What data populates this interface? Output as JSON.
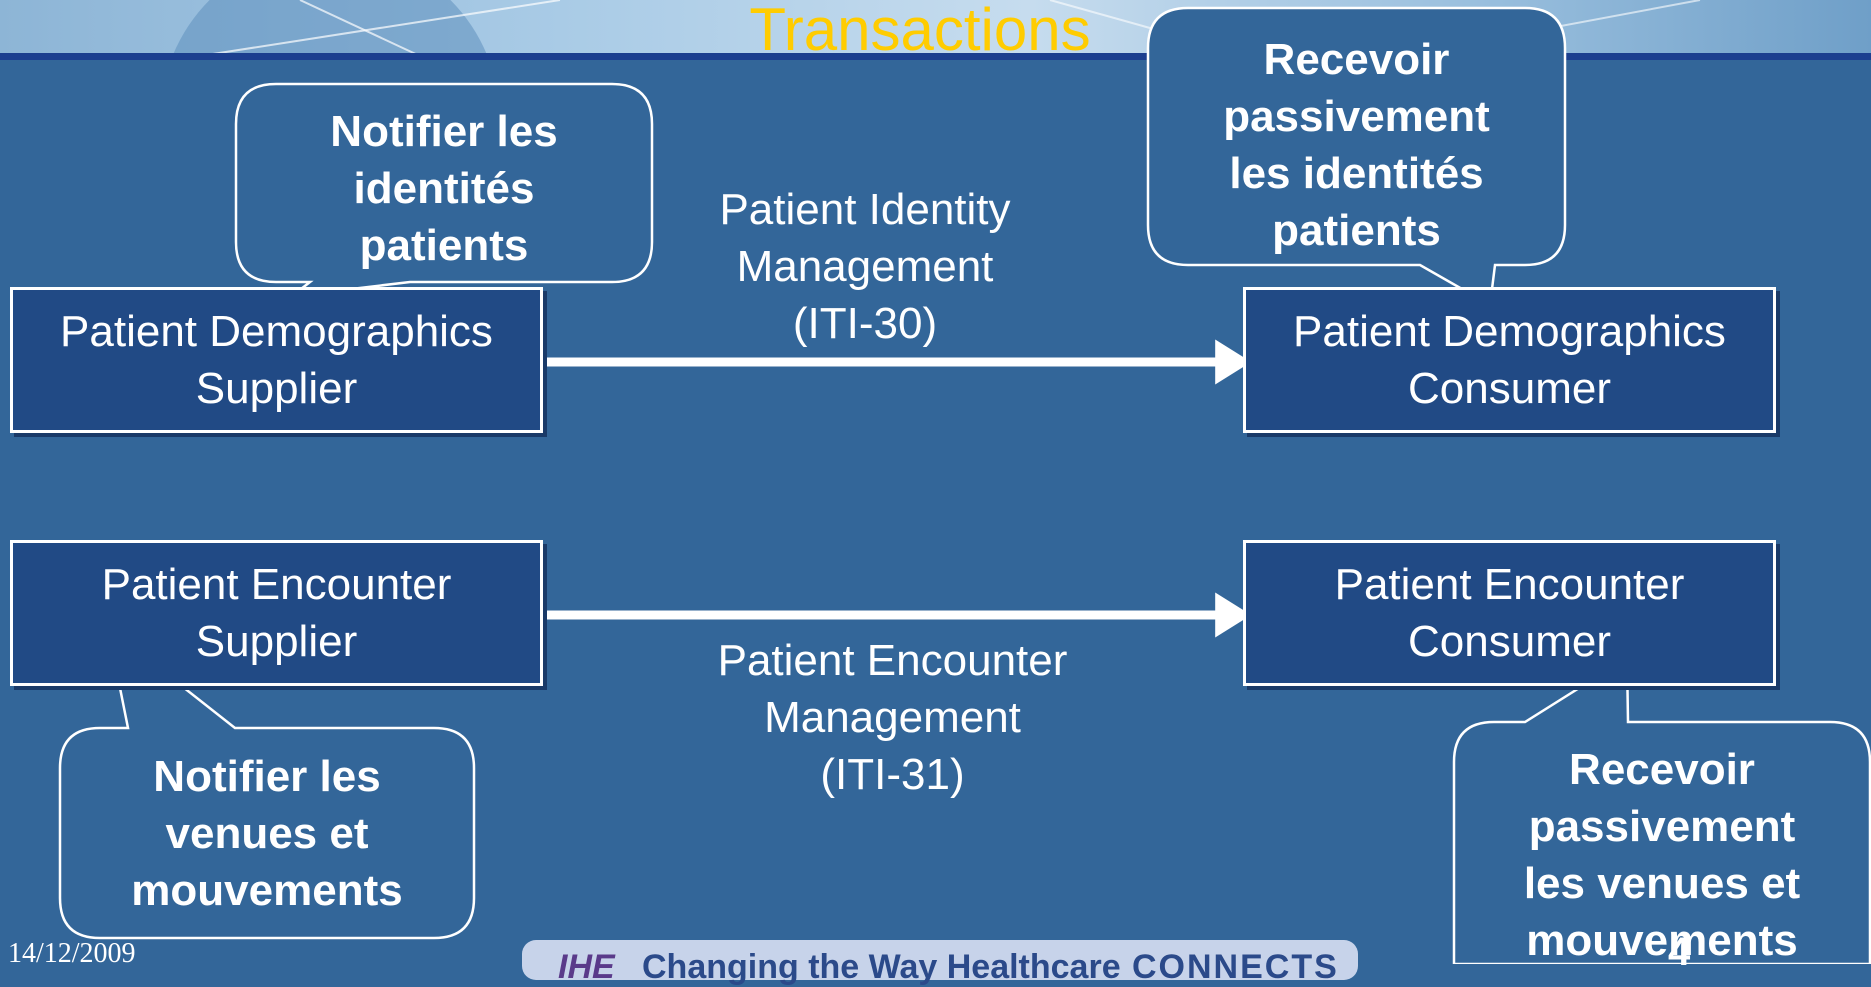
{
  "title": "Transactions",
  "actors": {
    "pdq_supplier": [
      "Patient Demographics",
      "Supplier"
    ],
    "pdq_consumer": [
      "Patient Demographics",
      "Consumer"
    ],
    "enc_supplier": [
      "Patient Encounter",
      "Supplier"
    ],
    "enc_consumer": [
      "Patient Encounter",
      "Consumer"
    ]
  },
  "transactions": {
    "iti30": [
      "Patient Identity",
      "Management",
      "(ITI-30)"
    ],
    "iti31": [
      "Patient Encounter",
      "Management",
      "(ITI-31)"
    ]
  },
  "callouts": {
    "notify_identities": [
      "Notifier les",
      "identités",
      "patients"
    ],
    "receive_identities": [
      "Recevoir",
      "passivement",
      "les identités",
      "patients"
    ],
    "notify_encounters": [
      "Notifier les",
      "venues et",
      "mouvements"
    ],
    "receive_encounters": [
      "Recevoir",
      "passivement",
      "les venues et",
      "mouvements"
    ]
  },
  "footer": {
    "date": "14/12/2009",
    "logo": "IHE",
    "tagline": "Changing the Way Healthcare",
    "connects": "CONNECTS",
    "page_number": "4"
  },
  "colors": {
    "background": "#336699",
    "title": "#ffcc00",
    "box_fill": "#214a85",
    "line": "#ffffff"
  }
}
